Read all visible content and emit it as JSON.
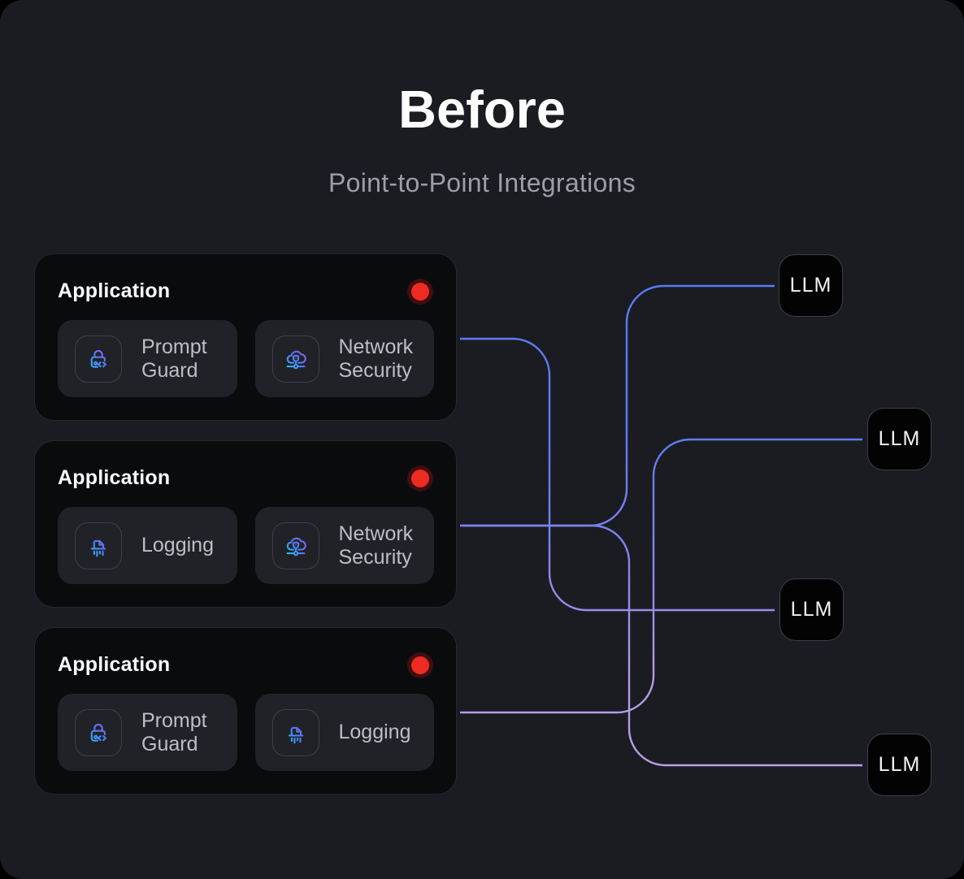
{
  "header": {
    "title": "Before",
    "subtitle": "Point-to-Point Integrations"
  },
  "applications": [
    {
      "title": "Application",
      "status_color": "#ee2b22",
      "chips": [
        {
          "icon": "prompt-guard-icon",
          "label": "Prompt Guard"
        },
        {
          "icon": "network-security-icon",
          "label": "Network Security"
        }
      ]
    },
    {
      "title": "Application",
      "status_color": "#ee2b22",
      "chips": [
        {
          "icon": "logging-icon",
          "label": "Logging"
        },
        {
          "icon": "network-security-icon",
          "label": "Network Security"
        }
      ]
    },
    {
      "title": "Application",
      "status_color": "#ee2b22",
      "chips": [
        {
          "icon": "prompt-guard-icon",
          "label": "Prompt Guard"
        },
        {
          "icon": "logging-icon",
          "label": "Logging"
        }
      ]
    }
  ],
  "llm_nodes": [
    {
      "label": "LLM"
    },
    {
      "label": "LLM"
    },
    {
      "label": "LLM"
    },
    {
      "label": "LLM"
    }
  ],
  "connections": [
    {
      "from": "application-1",
      "to": "llm-3"
    },
    {
      "from": "application-2",
      "to": "llm-1"
    },
    {
      "from": "application-2",
      "to": "llm-4"
    },
    {
      "from": "application-3",
      "to": "llm-2"
    }
  ],
  "colors": {
    "page_background": "#000000",
    "panel_background": "#1a1c21",
    "card_background": "#0a0b0d",
    "chip_background": "#212227",
    "status_red": "#ee2b22",
    "wire_blue": "#5b7af6",
    "wire_purple": "#b8a0e9",
    "icon_gradient_start": "#25c0f7",
    "icon_gradient_end": "#8d5cf6"
  }
}
